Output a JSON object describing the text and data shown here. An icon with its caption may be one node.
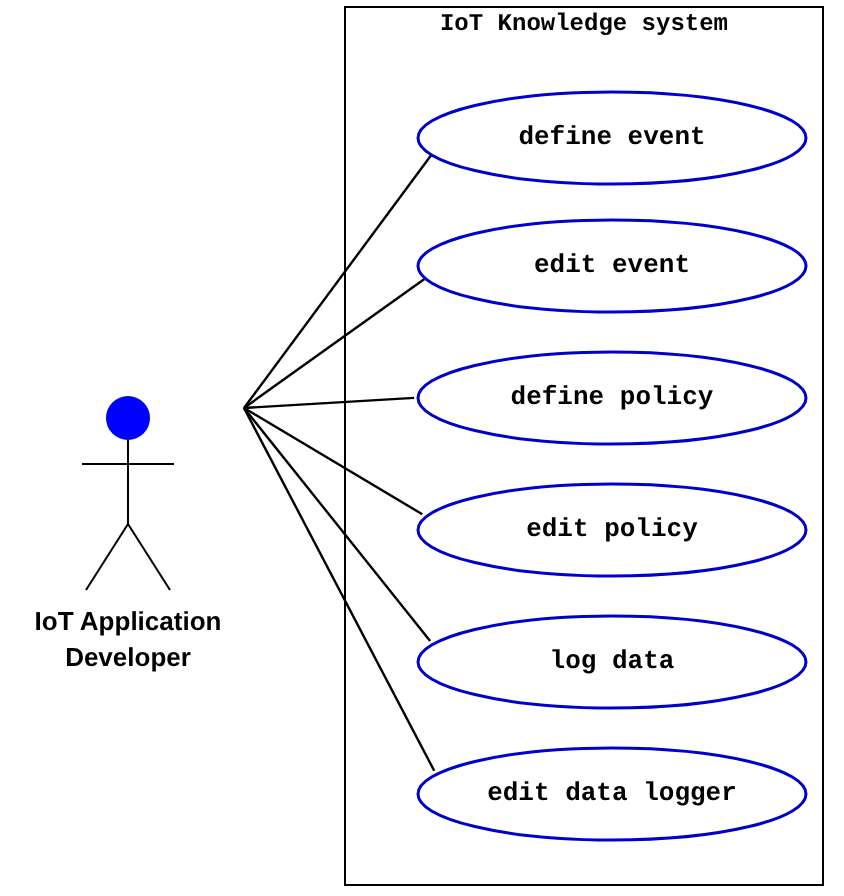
{
  "diagram": {
    "nodes": [
      {
        "text": [
          "IoT Knowledge system"
        ]
      },
      {
        "text": [
          "define event"
        ],
        "in": 0
      },
      {
        "text": [
          "edit event"
        ],
        "in": 0
      },
      {
        "text": [
          "define policy"
        ],
        "in": 0
      },
      {
        "text": [
          "edit policy"
        ],
        "in": 0
      },
      {
        "text": [
          "log data"
        ],
        "in": 0
      },
      {
        "text": [
          "edit data logger"
        ],
        "in": 0
      },
      {
        "text": [
          "IoT Application Developer"
        ]
      }
    ],
    "edges": [
      {
        "from": 7,
        "to": 1,
        "arrow": "none"
      },
      {
        "from": 7,
        "to": 2,
        "arrow": "none"
      },
      {
        "from": 7,
        "to": 3,
        "arrow": "none"
      },
      {
        "from": 7,
        "to": 4,
        "arrow": "none"
      },
      {
        "from": 7,
        "to": 5,
        "arrow": "none"
      },
      {
        "from": 7,
        "to": 6,
        "arrow": "none"
      }
    ]
  }
}
